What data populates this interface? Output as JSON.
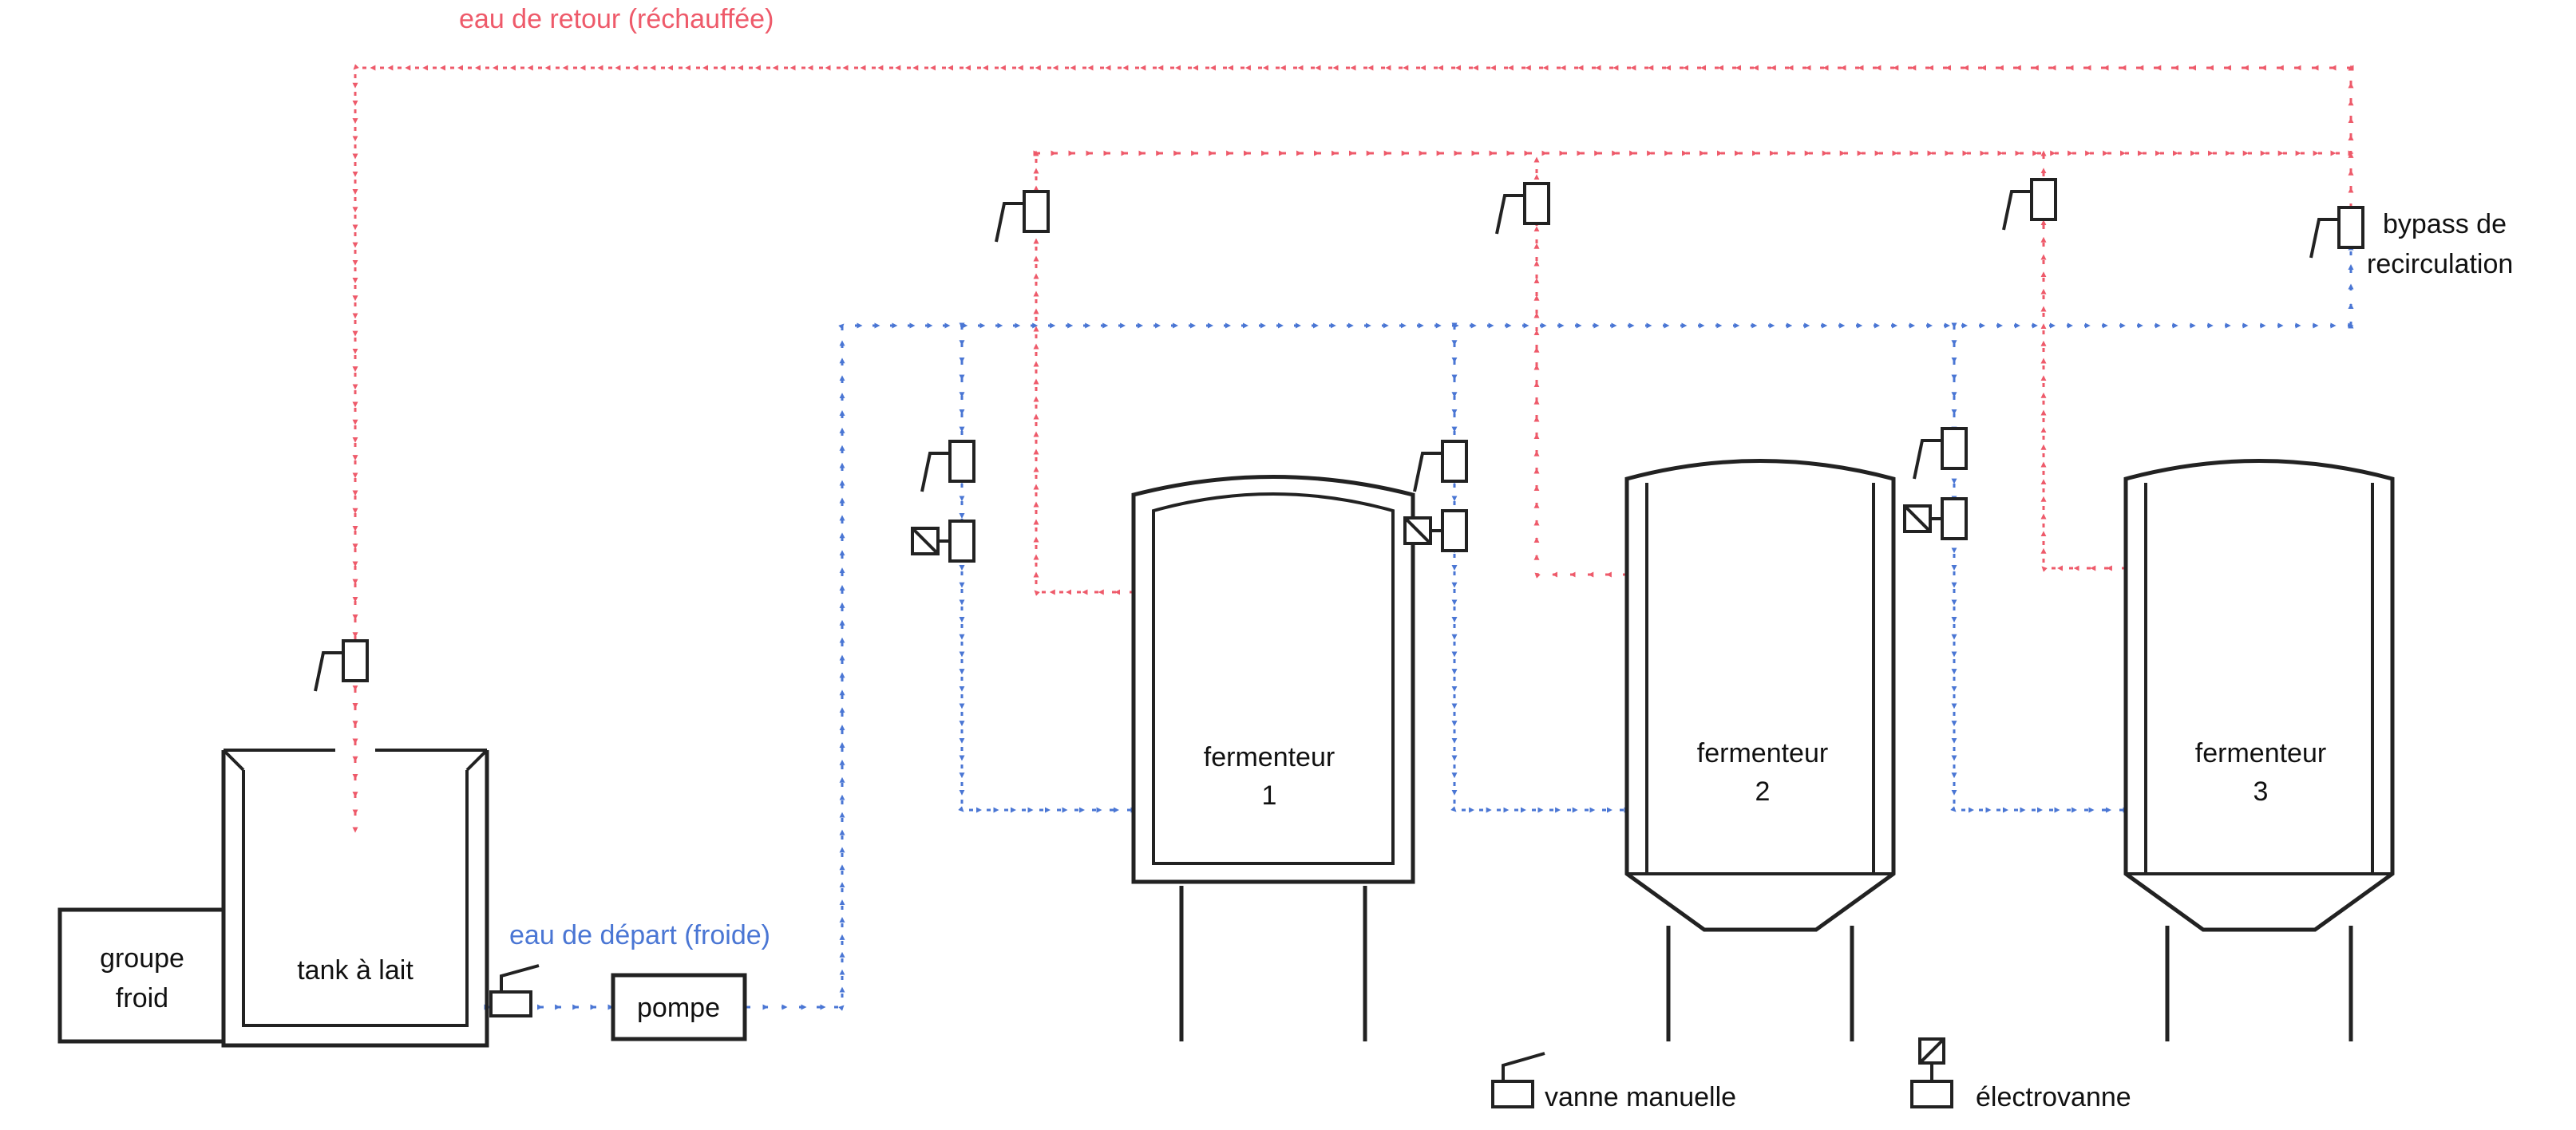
{
  "colors": {
    "hot_water": "#ee5a6a",
    "cold_water": "#4a76d4",
    "outline": "#222222"
  },
  "labels": {
    "return_water": "eau de retour (réchauffée)",
    "supply_water": "eau de départ (froide)",
    "bypass_line1": "bypass de",
    "bypass_line2": "recirculation",
    "chiller_line1": "groupe",
    "chiller_line2": "froid",
    "milk_tank": "tank à lait",
    "pump": "pompe"
  },
  "fermenters": [
    {
      "name": "fermenteur",
      "number": "1"
    },
    {
      "name": "fermenteur",
      "number": "2"
    },
    {
      "name": "fermenteur",
      "number": "3"
    }
  ],
  "legend": {
    "manual_valve": "vanne manuelle",
    "solenoid_valve": "électrovanne"
  },
  "icons": {
    "manual_valve": "manual-valve-icon",
    "solenoid_valve": "solenoid-valve-icon",
    "flow_arrow": "flow-arrow-icon"
  }
}
